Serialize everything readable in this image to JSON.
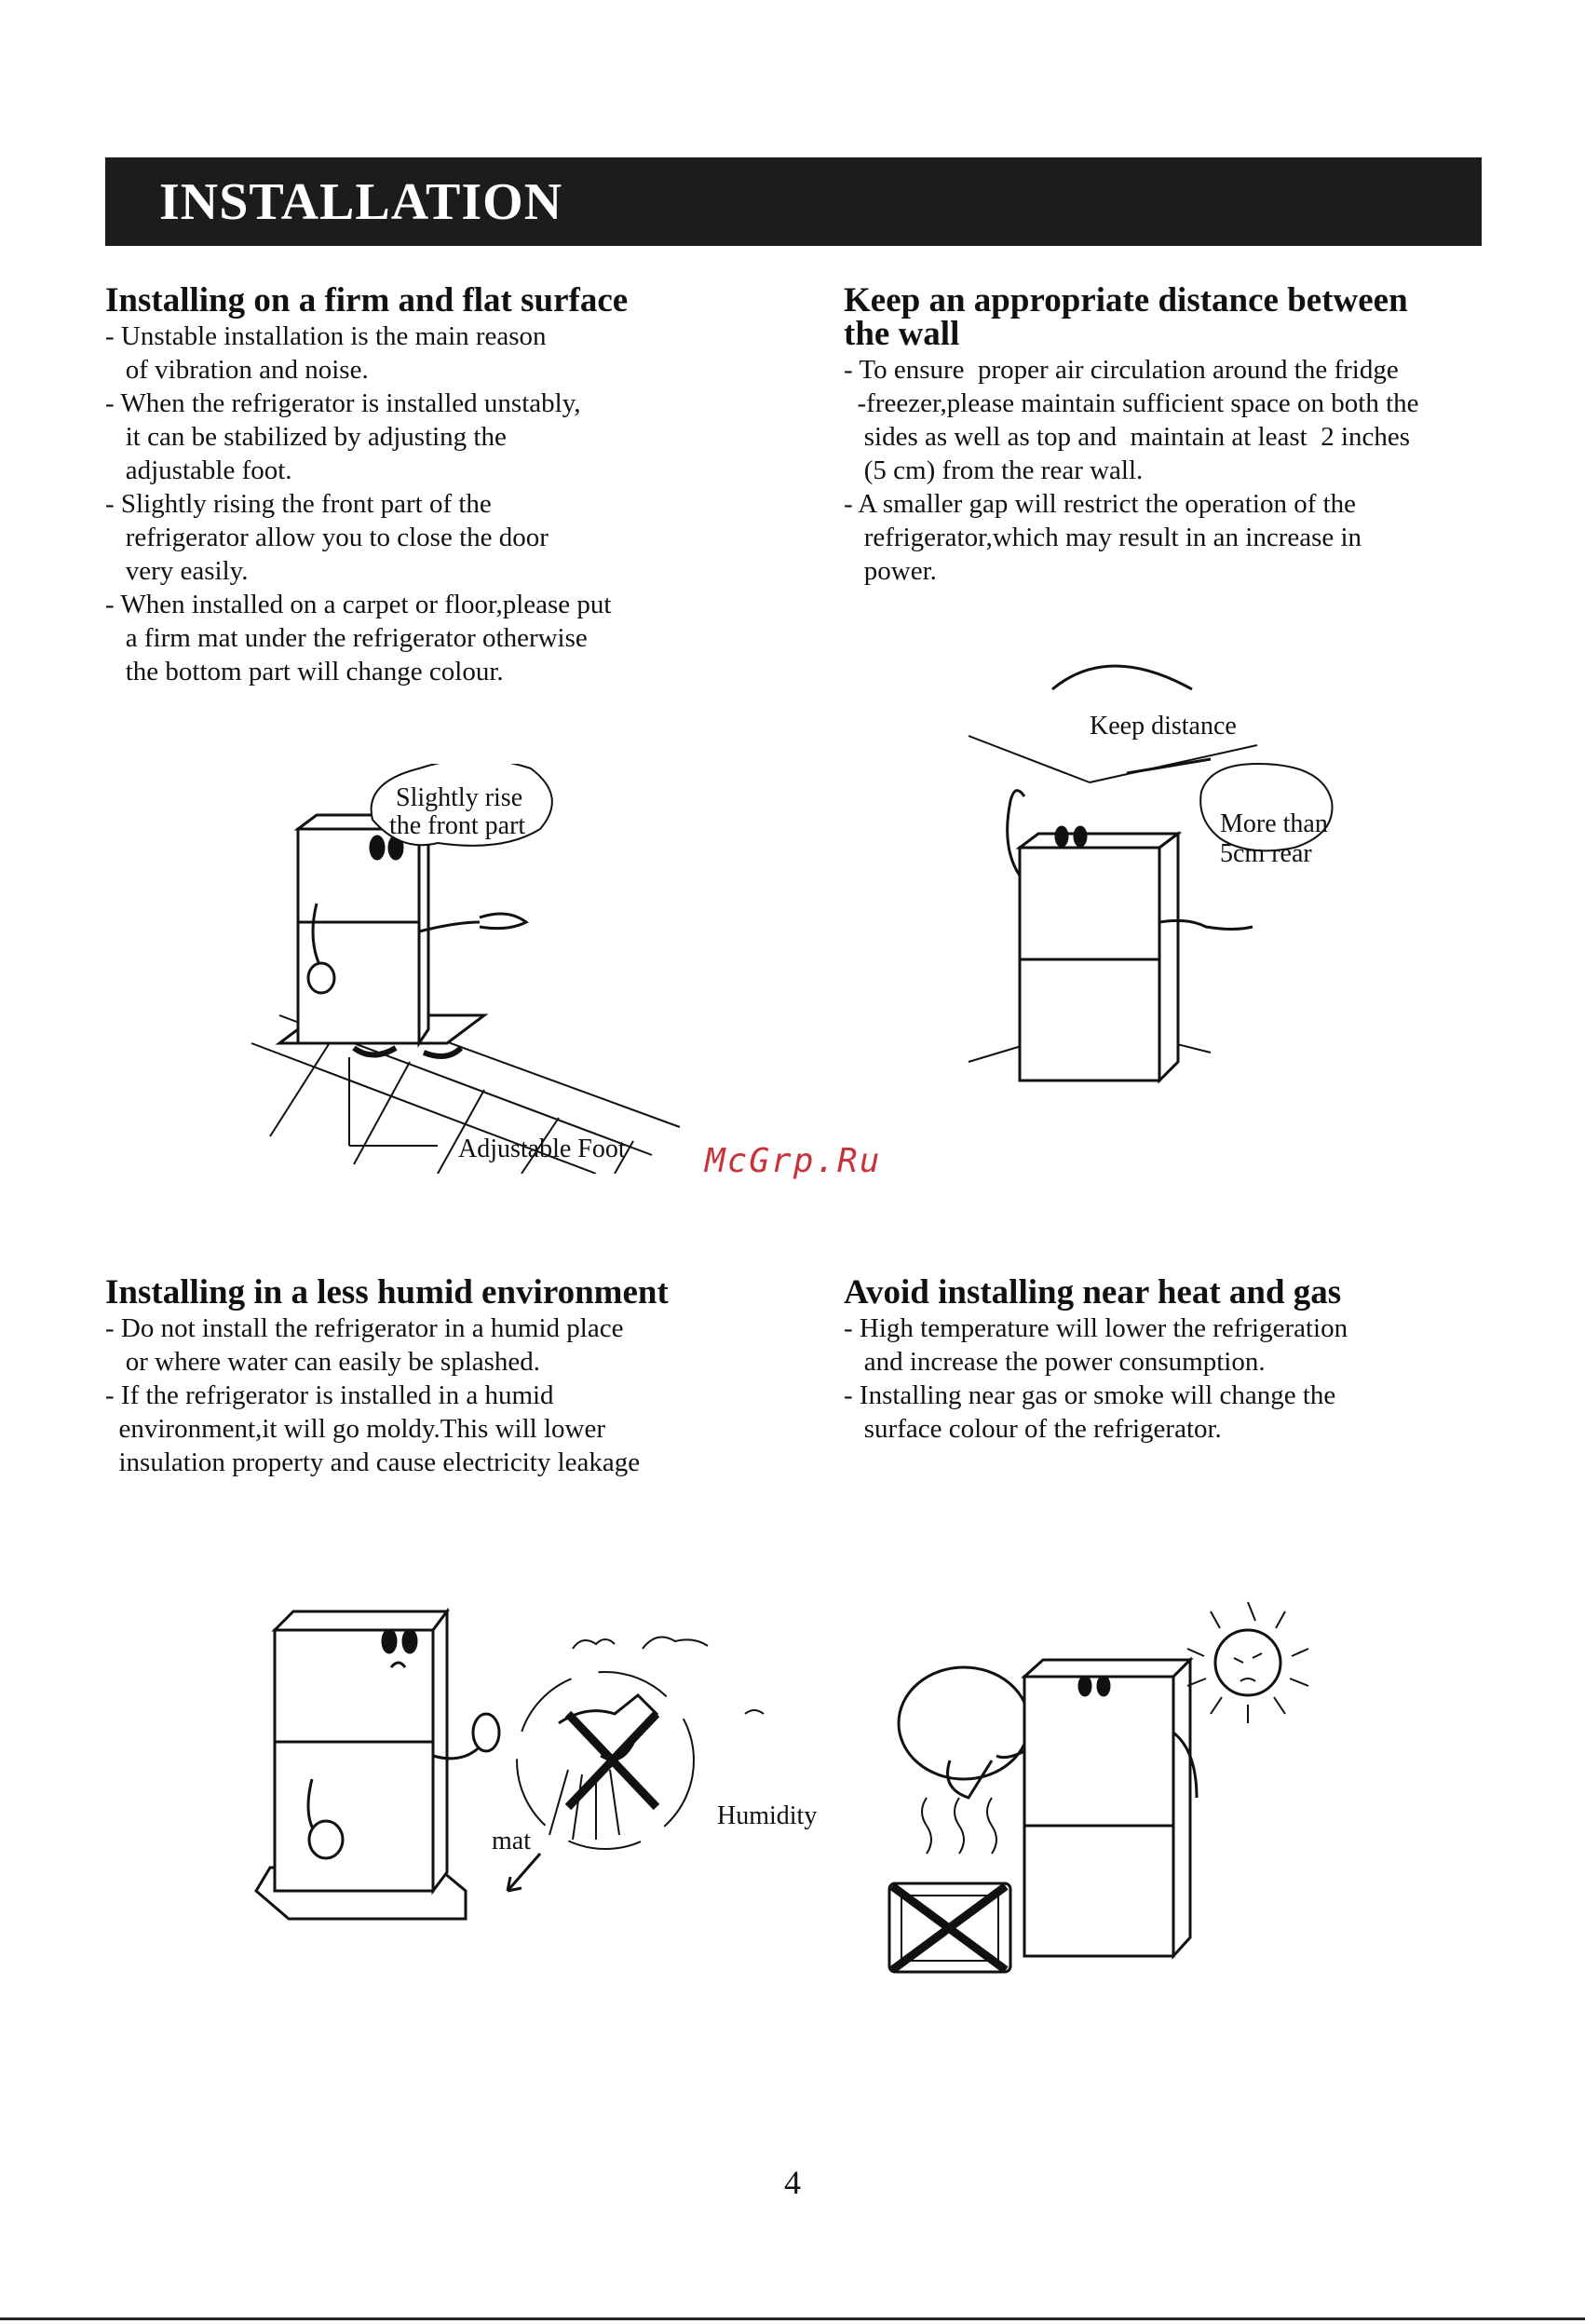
{
  "header": {
    "title": "INSTALLATION"
  },
  "sections": {
    "flat": {
      "title": "Installing on a firm and flat surface",
      "lines": [
        "- Unstable installation is the main reason",
        "   of vibration and noise.",
        "- When the refrigerator is installed unstably,",
        "   it can be stabilized by adjusting the",
        "   adjustable foot.",
        "- Slightly rising the front part of the",
        "   refrigerator allow you to close the door",
        "   very easily.",
        "- When installed on a carpet or floor,please put",
        "   a firm mat under the refrigerator otherwise",
        "   the bottom part will change colour."
      ]
    },
    "wall": {
      "title_line1": "Keep an appropriate distance between",
      "title_line2": "the wall",
      "lines": [
        "- To ensure  proper air circulation around the fridge",
        "  -freezer,please maintain sufficient space on both the",
        "   sides as well as top and  maintain at least  2 inches",
        "   (5 cm) from the rear wall.",
        "- A smaller gap will restrict the operation of the",
        "   refrigerator,which may result in an increase in",
        "   power."
      ]
    },
    "humid": {
      "title": "Installing in a less humid environment",
      "lines": [
        "- Do not install the refrigerator in a humid place",
        "   or where water can easily be splashed.",
        "- If the refrigerator is installed in a humid",
        "  environment,it will go moldy.This will lower",
        "  insulation property and cause electricity leakage"
      ]
    },
    "heat": {
      "title": "Avoid installing near heat and gas",
      "lines": [
        "- High temperature will lower the refrigeration",
        "   and increase the power consumption.",
        "- Installing near gas or smoke will change the",
        "   surface colour of the refrigerator."
      ]
    }
  },
  "illustrations": {
    "flat": {
      "bubble_line1": "Slightly rise",
      "bubble_line2": "the front part",
      "foot_label": "Adjustable Foot"
    },
    "wall": {
      "top_label": "Keep distance",
      "bubble_line1": "More than",
      "bubble_line2": "5cm rear"
    },
    "humid": {
      "mat_label": "mat",
      "humidity_label": "Humidity"
    }
  },
  "watermark": "McGrp.Ru",
  "page_number": "4"
}
